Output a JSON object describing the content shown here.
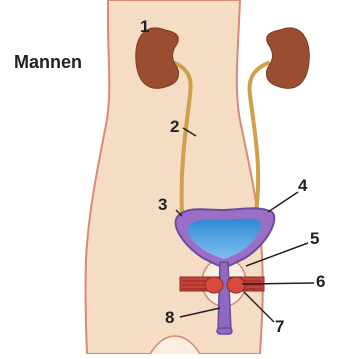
{
  "title": "Mannen",
  "labels": [
    "1",
    "2",
    "3",
    "4",
    "5",
    "6",
    "7",
    "8"
  ],
  "colors": {
    "skin": "#F5DCC4",
    "outline": "#D98A72",
    "kidney": "#9B4E2F",
    "ureter": "#D1A04B",
    "bladder_wall": "#9B6FC6",
    "bladder_wall_dark": "#6E4A9E",
    "bladder_fill": "#2F88D4",
    "bladder_fill_light": "#7FC0EE",
    "muscle": "#C4433A",
    "muscle_dark": "#8E2A24",
    "prostate": "#F7EFE2",
    "urethra": "#8D69C2",
    "leader_line": "#222222"
  }
}
